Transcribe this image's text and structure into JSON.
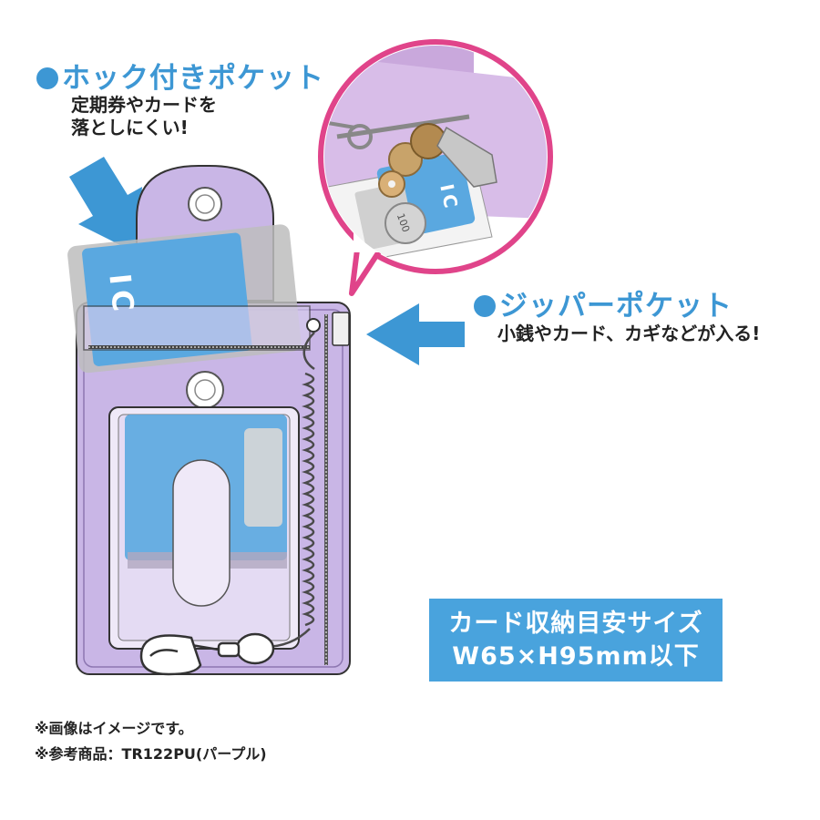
{
  "hook_pocket": {
    "title": "ホック付きポケット",
    "desc_line1": "定期券やカードを",
    "desc_line2": "落としにくい!"
  },
  "zipper_pocket": {
    "title": "ジッパーポケット",
    "desc": "小銭やカード、カギなどが入る!"
  },
  "card_size": {
    "line1": "カード収納目安サイズ",
    "line2": "W65×H95mm以下"
  },
  "notes": {
    "image_note": "※画像はイメージです。",
    "ref_product": "※参考商品：TR122PU(パープル)"
  },
  "illustration": {
    "card_label_front": "IC",
    "card_label_inset": "IC",
    "coin_value": "100"
  },
  "colors": {
    "accent_blue": "#3d97d4",
    "purple_case": "#c9b6e6",
    "pink_bubble": "#e0448a",
    "card_blue": "#5aa8e0"
  }
}
